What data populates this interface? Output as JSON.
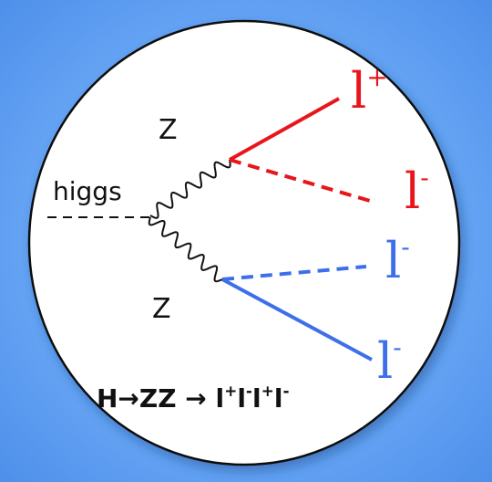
{
  "diagram": {
    "labels": {
      "z_top": "Z",
      "z_bottom": "Z",
      "higgs": "higgs",
      "lepton_1": {
        "base": "l",
        "charge": "+"
      },
      "lepton_2": {
        "base": "l",
        "charge": "-"
      },
      "lepton_3": {
        "base": "l",
        "charge": "-"
      },
      "lepton_4": {
        "base": "l",
        "charge": "-"
      }
    },
    "equation": {
      "parts": [
        {
          "t": "H→ZZ → l"
        },
        {
          "t": "+",
          "sup": true
        },
        {
          "t": "l"
        },
        {
          "t": "-",
          "sup": true
        },
        {
          "t": "l"
        },
        {
          "t": "+",
          "sup": true
        },
        {
          "t": "l"
        },
        {
          "t": "-",
          "sup": true
        }
      ]
    },
    "colors": {
      "background": "#6aa8f6",
      "circle_fill": "#ffffff",
      "circle_stroke": "#111111",
      "red_lepton": "#e8151b",
      "blue_lepton": "#3d6fea",
      "line_black": "#111111"
    }
  }
}
